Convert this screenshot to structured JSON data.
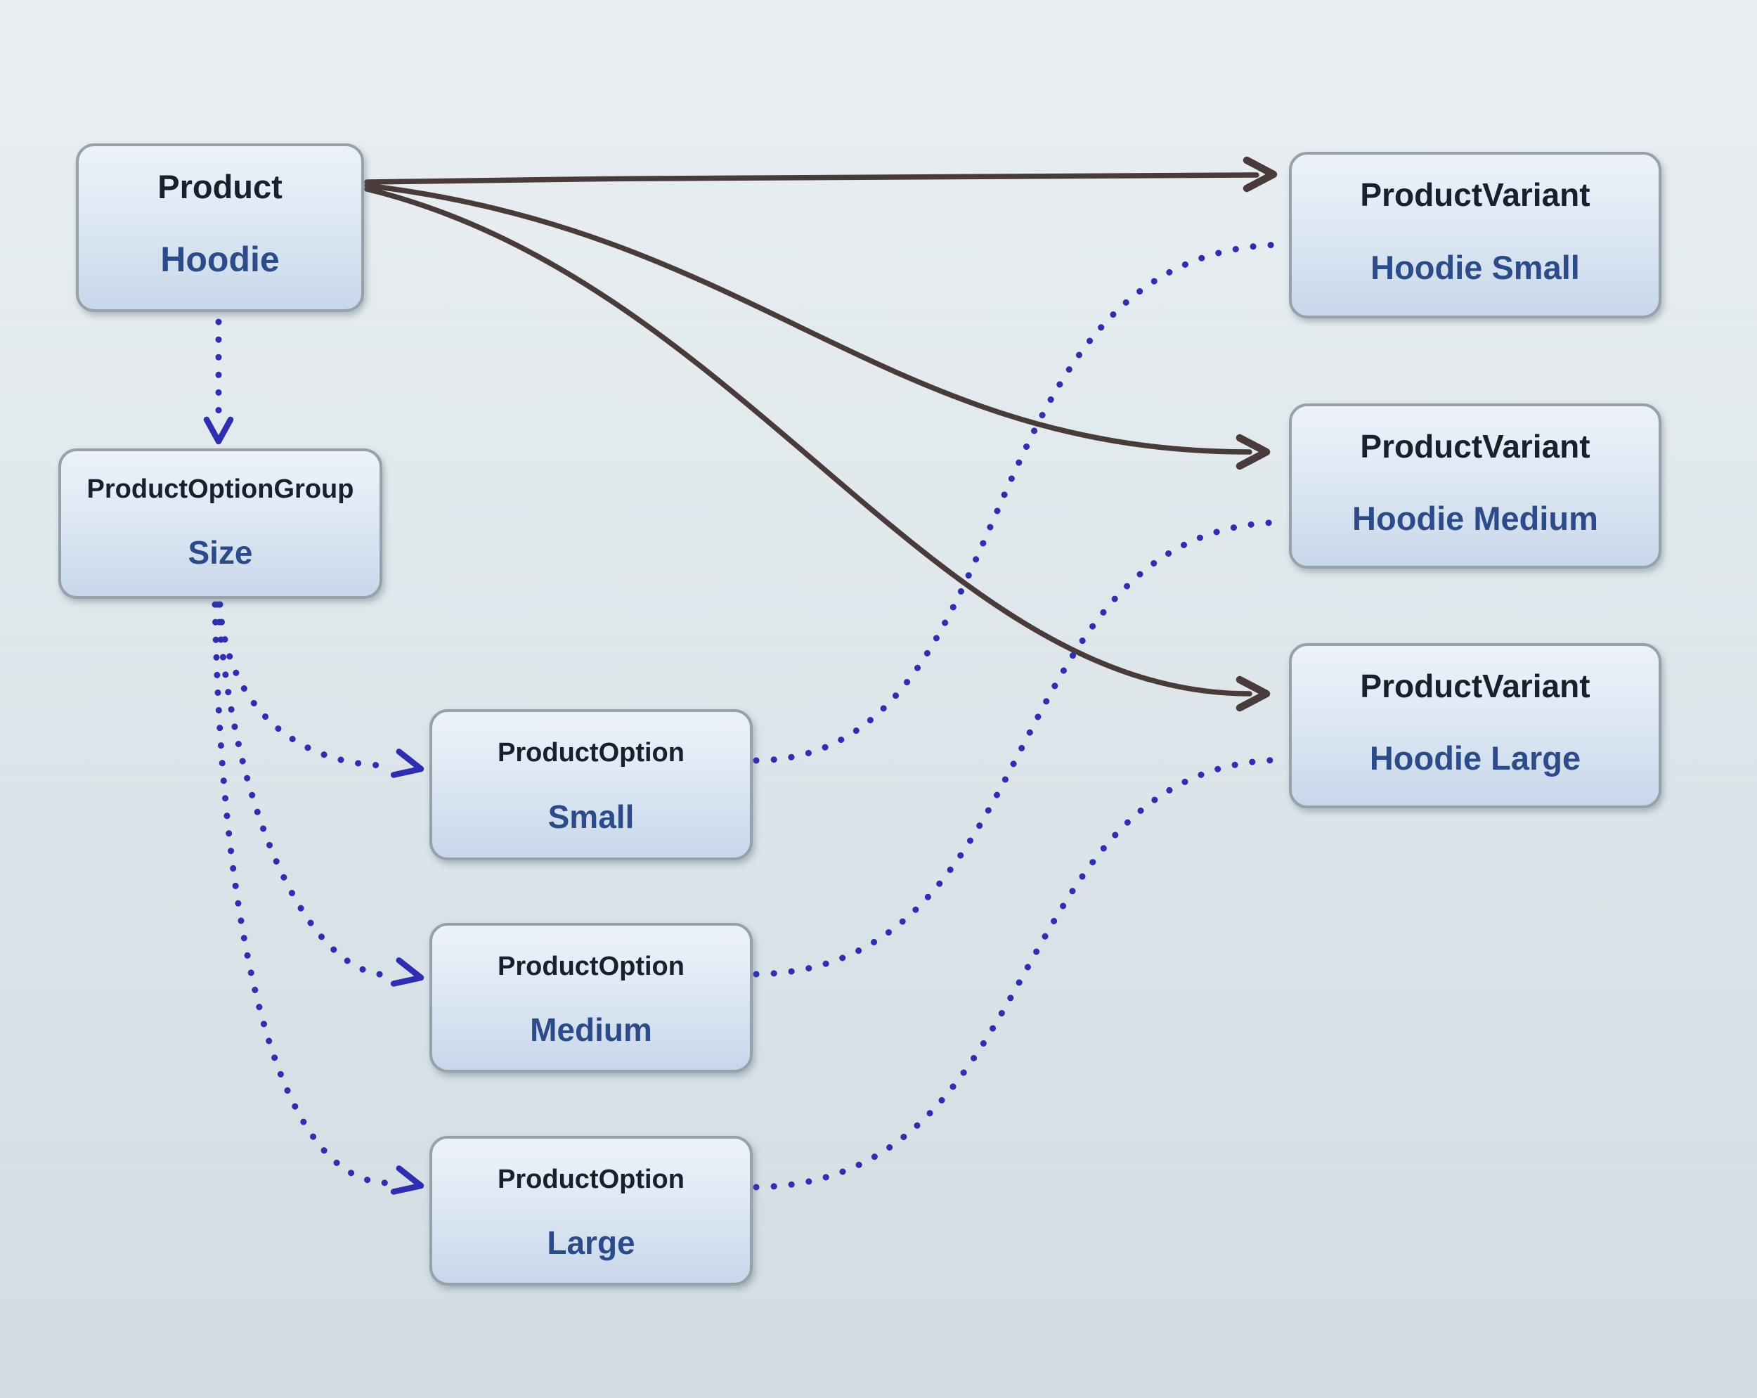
{
  "diagram": {
    "nodes": {
      "product": {
        "type": "Product",
        "name": "Hoodie"
      },
      "option_group": {
        "type": "ProductOptionGroup",
        "name": "Size"
      },
      "option_small": {
        "type": "ProductOption",
        "name": "Small"
      },
      "option_medium": {
        "type": "ProductOption",
        "name": "Medium"
      },
      "option_large": {
        "type": "ProductOption",
        "name": "Large"
      },
      "variant_small": {
        "type": "ProductVariant",
        "name": "Hoodie Small"
      },
      "variant_medium": {
        "type": "ProductVariant",
        "name": "Hoodie Medium"
      },
      "variant_large": {
        "type": "ProductVariant",
        "name": "Hoodie Large"
      }
    },
    "edges": [
      {
        "from": "product",
        "to": "variant_small",
        "style": "solid"
      },
      {
        "from": "product",
        "to": "variant_medium",
        "style": "solid"
      },
      {
        "from": "product",
        "to": "variant_large",
        "style": "solid"
      },
      {
        "from": "product",
        "to": "option_group",
        "style": "dotted"
      },
      {
        "from": "option_group",
        "to": "option_small",
        "style": "dotted"
      },
      {
        "from": "option_group",
        "to": "option_medium",
        "style": "dotted"
      },
      {
        "from": "option_group",
        "to": "option_large",
        "style": "dotted"
      },
      {
        "from": "option_small",
        "to": "variant_small",
        "style": "dotted"
      },
      {
        "from": "option_medium",
        "to": "variant_medium",
        "style": "dotted"
      },
      {
        "from": "option_large",
        "to": "variant_large",
        "style": "dotted"
      }
    ],
    "colors": {
      "background": "#dde6ea",
      "solid_edge": "#4a3b3b",
      "dotted_edge": "#2e2eb0",
      "node_border": "#96a1a9",
      "node_fill_top": "#edf2f9",
      "node_fill_bottom": "#c7d7ea",
      "node_type_text": "#17202e",
      "node_value_text": "#2c4b88"
    }
  }
}
